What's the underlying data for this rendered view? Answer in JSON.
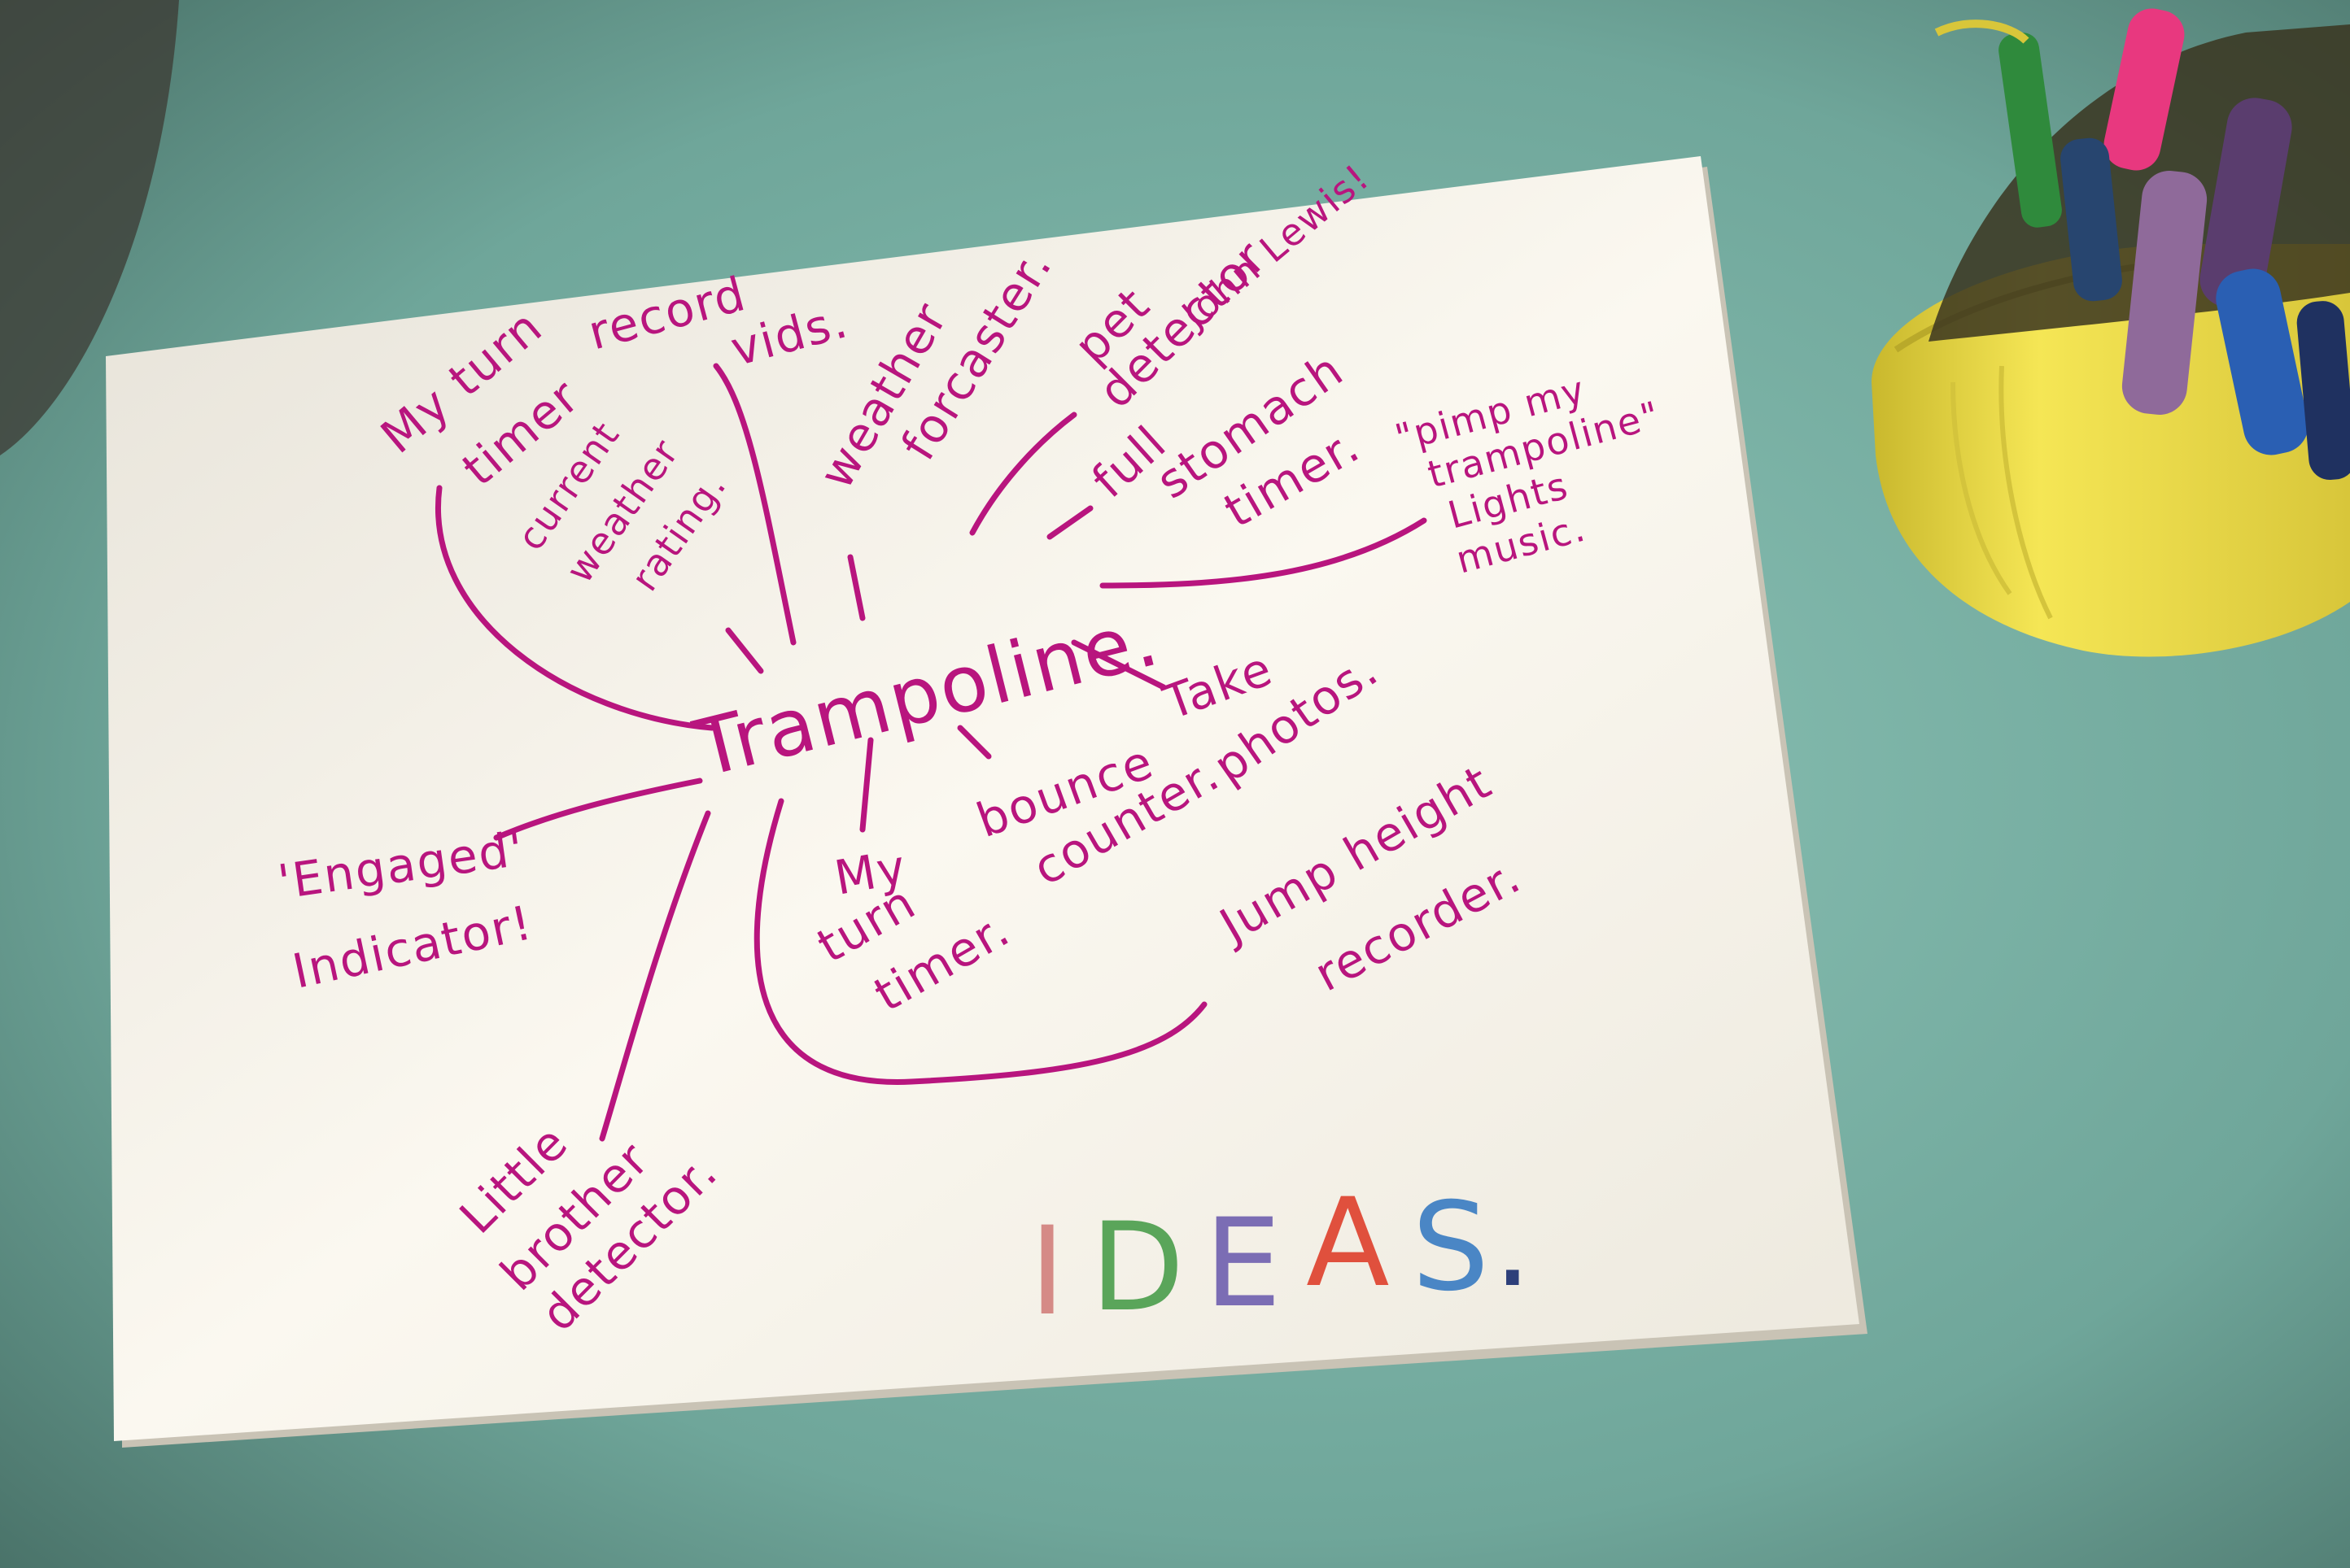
{
  "scene": {
    "colors": {
      "table": "#6fa69a",
      "paper": "#f3efe6",
      "ink": "#b8157e",
      "cup": "#f0e04a"
    },
    "center_word": "Trampoline.",
    "ideas": [
      {
        "id": "record",
        "lines": [
          "record",
          "vids."
        ]
      },
      {
        "id": "my-turn-timer-top",
        "lines": [
          "My turn",
          "timer"
        ]
      },
      {
        "id": "current-weather",
        "lines": [
          "current",
          "weather",
          "rating."
        ]
      },
      {
        "id": "weather-forecaster",
        "lines": [
          "weather",
          "forcaster."
        ]
      },
      {
        "id": "pet-detector",
        "lines": [
          "pet",
          "detector"
        ]
      },
      {
        "id": "john-lewis",
        "lines": [
          "John Lewis!"
        ]
      },
      {
        "id": "full-stomach",
        "lines": [
          "full",
          "stomach",
          "timer."
        ]
      },
      {
        "id": "pimp",
        "lines": [
          "\"pimp my",
          "trampoline\"",
          "Lights",
          "music."
        ]
      },
      {
        "id": "take-photos",
        "lines": [
          "Take",
          "photos."
        ]
      },
      {
        "id": "bounce-counter",
        "lines": [
          "bounce",
          "counter."
        ]
      },
      {
        "id": "my-turn-timer-bottom",
        "lines": [
          "My",
          "turn",
          "timer."
        ]
      },
      {
        "id": "jump-height",
        "lines": [
          "Jump height",
          "recorder."
        ]
      },
      {
        "id": "engaged",
        "lines": [
          "'Engaged'",
          "Indicator!"
        ]
      },
      {
        "id": "little-brother",
        "lines": [
          "Little",
          "brother",
          "detector."
        ]
      }
    ],
    "title_letters": [
      {
        "char": "I",
        "color": "#d58a86"
      },
      {
        "char": "D",
        "color": "#5aa55a"
      },
      {
        "char": "E",
        "color": "#7b6db4"
      },
      {
        "char": "A",
        "color": "#e0503d"
      },
      {
        "char": "S",
        "color": "#4a86c5"
      },
      {
        "char": ".",
        "color": "#2d3f7a"
      }
    ],
    "markers": [
      "green",
      "pink",
      "navy",
      "purple",
      "violet",
      "blue",
      "dark-blue"
    ]
  }
}
